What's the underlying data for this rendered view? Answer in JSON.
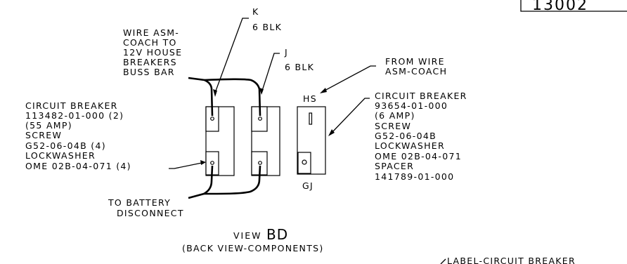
{
  "callouts": {
    "k": {
      "lines": [
        "K",
        "6 BLK"
      ]
    },
    "j": {
      "lines": [
        "J",
        "6 BLK"
      ]
    },
    "wire_asm": {
      "lines": [
        "WIRE ASM-",
        "COACH TO",
        "12V HOUSE",
        "BREAKERS",
        "BUSS BAR"
      ]
    },
    "from_wire": {
      "lines": [
        "FROM WIRE",
        "ASM-COACH"
      ]
    },
    "hs": "HS",
    "gj": "GJ",
    "circuit_left": {
      "lines": [
        "CIRCUIT BREAKER",
        "113482-01-000 (2)",
        "(55 AMP)",
        "SCREW",
        "G52-06-04B (4)",
        "LOCKWASHER",
        "OME 02B-04-071 (4)"
      ]
    },
    "circuit_right": {
      "lines": [
        "CIRCUIT BREAKER",
        "93654-01-000",
        "(6 AMP)",
        "SCREW",
        "G52-06-04B",
        "LOCKWASHER",
        "OME 02B-04-071",
        "SPACER",
        "141789-01-000"
      ]
    },
    "battery": {
      "lines": [
        "TO BATTERY",
        "DISCONNECT"
      ]
    }
  },
  "view": {
    "word": "VIEW",
    "letter": "BD",
    "subtitle": "(BACK VIEW-COMPONENTS)"
  },
  "corner": {
    "number": "13002",
    "label": "LABEL-CIRCUIT BREAKER"
  }
}
